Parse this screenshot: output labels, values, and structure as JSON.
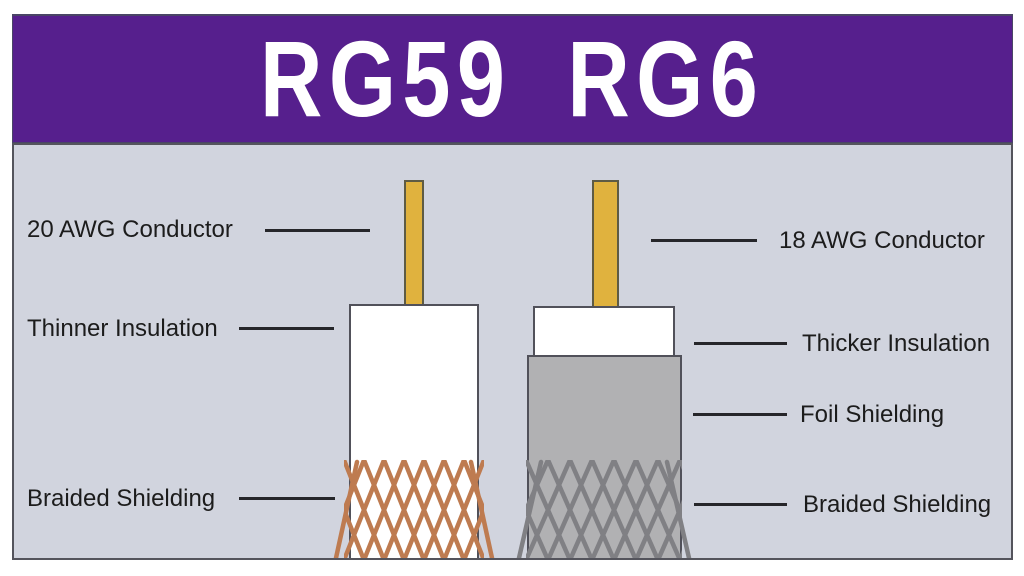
{
  "title": {
    "left": "RG59",
    "right": "RG6"
  },
  "colors": {
    "banner": "#561F8D",
    "panel_bg": "#D1D4DE",
    "panel_border": "#54545C",
    "conductor": "#E0B23E",
    "insulation": "#FFFFFF",
    "foil": "#B1B1B3",
    "braid_copper": "#BE7B50",
    "braid_gray": "#808084",
    "label_text": "#1C1C1C",
    "leader_line": "#26262A"
  },
  "rg59": {
    "labels": {
      "conductor": "20 AWG Conductor",
      "insulation": "Thinner Insulation",
      "braid": "Braided Shielding"
    }
  },
  "rg6": {
    "labels": {
      "conductor": "18 AWG Conductor",
      "insulation": "Thicker Insulation",
      "foil": "Foil Shielding",
      "braid": "Braided Shielding"
    }
  }
}
